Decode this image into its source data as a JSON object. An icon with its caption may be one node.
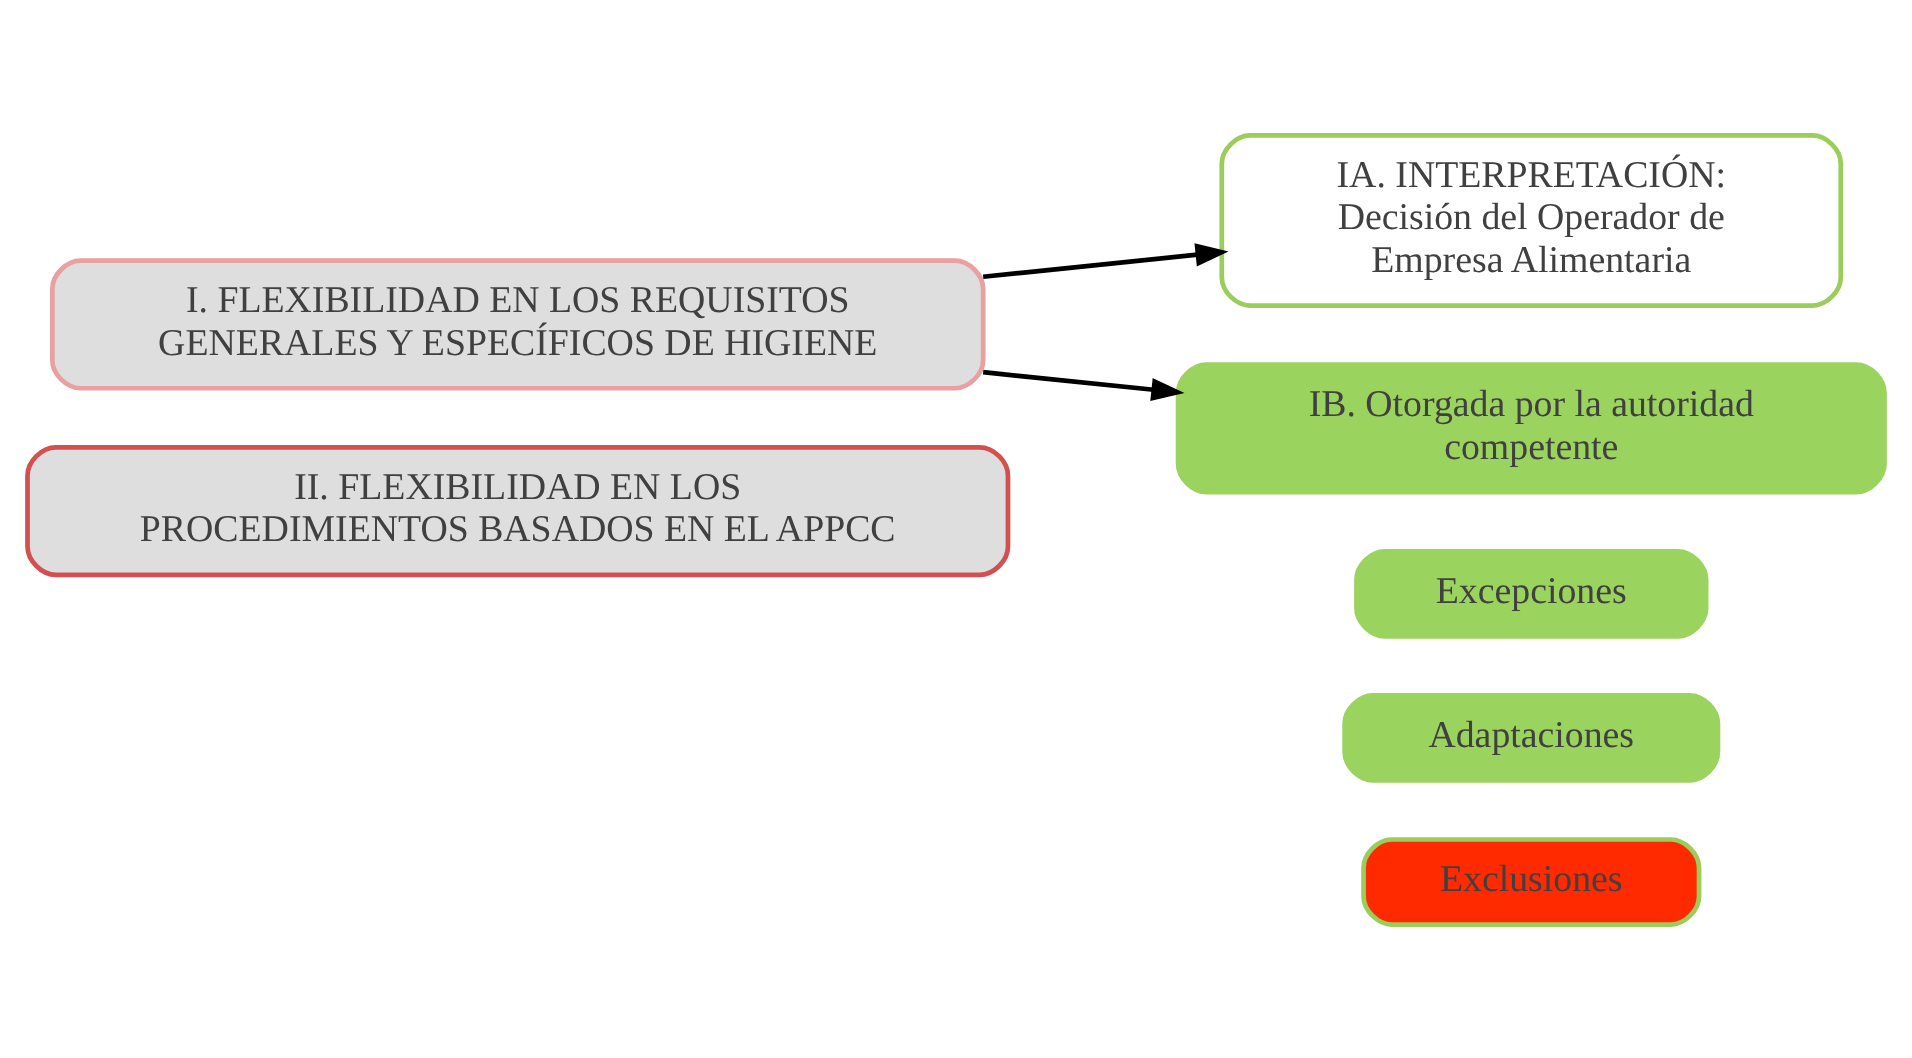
{
  "diagram": {
    "nodes": [
      {
        "text": [
          "I. FLEXIBILIDAD EN LOS REQUISITOS GENERALES Y ESPECÍFICOS DE HIGIENE"
        ]
      },
      {
        "text": [
          "IA. INTERPRETACIÓN:",
          "Decisión del Operador de Empresa Alimentaria"
        ]
      },
      {
        "text": [
          "IB. Otorgada por la autoridad competente"
        ]
      },
      {
        "text": [
          "II. FLEXIBILIDAD EN LOS PROCEDIMIENTOS BASADOS EN EL APPCC"
        ]
      },
      {
        "text": [
          "Excepciones"
        ]
      },
      {
        "text": [
          "Adaptaciones"
        ]
      },
      {
        "text": [
          "Exclusiones"
        ]
      }
    ],
    "edges": [
      {
        "from": 0,
        "to": 1,
        "arrow": "to"
      },
      {
        "from": 0,
        "to": 2,
        "arrow": "to"
      }
    ]
  }
}
